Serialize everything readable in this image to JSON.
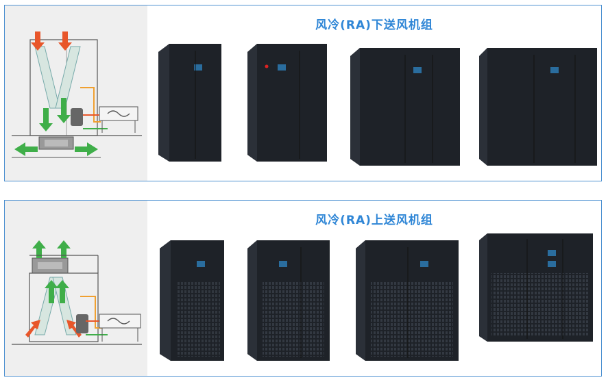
{
  "panels": [
    {
      "id": "downflow",
      "title": "风冷(RA)下送风机组",
      "unit_count": 4
    },
    {
      "id": "upflow",
      "title": "风冷(RA)上送风机组",
      "unit_count": 4
    }
  ],
  "colors": {
    "border": "#4a8fd0",
    "title": "#2f86d6",
    "cabinet": "#23272e",
    "airflow_green": "#3fae49",
    "hot_air": "#e8562a",
    "pipe_orange": "#f0a030"
  },
  "icons": [
    "airflow-arrow-icon",
    "fan-icon",
    "condenser-fan-icon",
    "cabinet-display-icon"
  ]
}
